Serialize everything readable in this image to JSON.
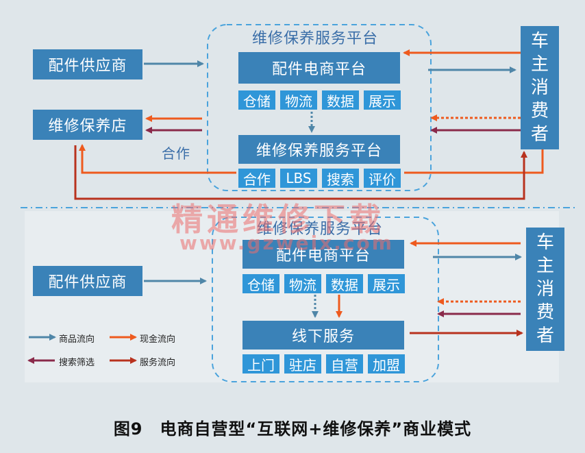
{
  "top": {
    "panel_title": "维修保养服务平台",
    "supplier": "配件供应商",
    "ecommerce": "配件电商平台",
    "ecommerce_chips": [
      "仓储",
      "物流",
      "数据",
      "展示"
    ],
    "service_platform": "维修保养服务平台",
    "service_chips": [
      "合作",
      "LBS",
      "搜索",
      "评价"
    ],
    "shop": "维修保养店",
    "cooperation_label": "合作",
    "consumer": [
      "车",
      "主",
      "消",
      "费",
      "者"
    ]
  },
  "bottom": {
    "panel_title": "维修保养服务平台",
    "supplier": "配件供应商",
    "ecommerce": "配件电商平台",
    "ecommerce_chips": [
      "仓储",
      "物流",
      "数据",
      "展示"
    ],
    "offline": "线下服务",
    "offline_chips": [
      "上门",
      "驻店",
      "自营",
      "加盟"
    ],
    "consumer": [
      "车",
      "主",
      "消",
      "费",
      "者"
    ]
  },
  "legend": {
    "goods_flow": "商品流向",
    "cash_flow": "现金流向",
    "search_filter": "搜索筛选",
    "service_flow": "服务流向"
  },
  "colors": {
    "goods": "#4f86a8",
    "cash": "#ee5a1e",
    "search": "#8a2a4a",
    "service": "#b8321e",
    "box": "#3a82b8",
    "chip": "#2f96d8"
  },
  "watermark": {
    "line1": "精通维修下载",
    "line2": "www.gzweix.com"
  },
  "caption": "图9　电商自营型“互联网+维修保养”商业模式"
}
